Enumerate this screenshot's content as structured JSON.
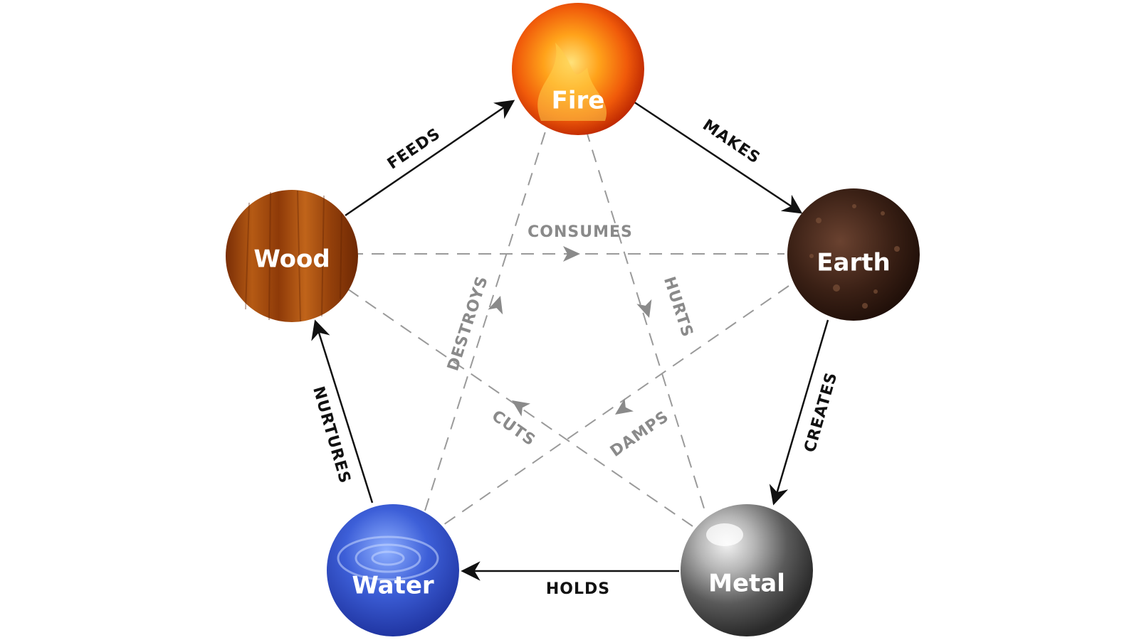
{
  "nodes": {
    "fire": "Fire",
    "earth": "Earth",
    "metal": "Metal",
    "water": "Water",
    "wood": "Wood"
  },
  "generating": {
    "wood_fire": "FEEDS",
    "fire_earth": "MAKES",
    "earth_metal": "CREATES",
    "metal_water": "HOLDS",
    "water_wood": "NURTURES"
  },
  "controlling": {
    "wood_earth": "CONSUMES",
    "fire_metal": "HURTS",
    "earth_water": "DAMPS",
    "metal_wood": "CUTS",
    "water_fire": "DESTROYS"
  },
  "colors": {
    "fire": "#ff6a00",
    "earth": "#3a2015",
    "metal": "#7a7a7a",
    "water": "#3550d0",
    "wood": "#a04a10",
    "generating_arrow": "#111111",
    "controlling_arrow": "#9a9a9a"
  }
}
